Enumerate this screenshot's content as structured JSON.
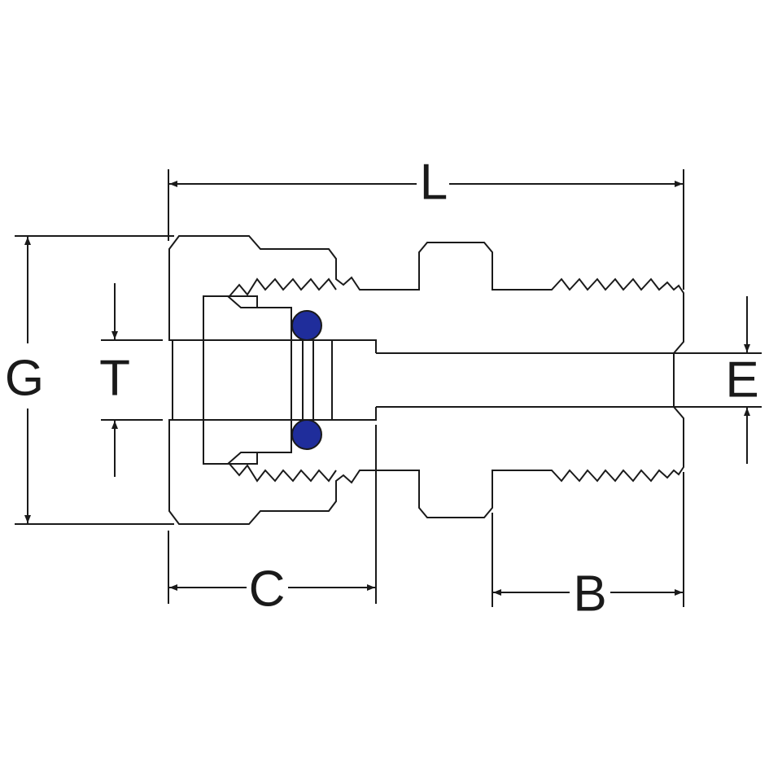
{
  "dimension_labels": {
    "L": "L",
    "G": "G",
    "T": "T",
    "C": "C",
    "B": "B",
    "E": "E"
  },
  "colors": {
    "body_metal": "#b3b5b4",
    "insert_metal": "#d9dbda",
    "bore": "#ffffff",
    "o_ring": "#1f2d9b",
    "line": "#1a1a1a"
  }
}
